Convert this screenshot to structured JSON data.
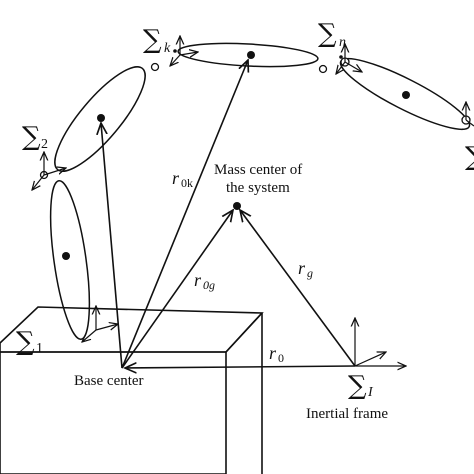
{
  "labels": {
    "sigma": "∑",
    "frame_1_sub": "1",
    "frame_2_sub": "2",
    "frame_k_sub": "k",
    "frame_n_sub": "n",
    "frame_I_sub": "I",
    "mass_center_line1": "Mass center of",
    "mass_center_line2": "the system",
    "base_center": "Base center",
    "inertial_frame": "Inertial frame",
    "r": "r",
    "r0k_sub": "0k",
    "r0g_sub": "0g",
    "rg_sub": "g",
    "r0_sub": "0"
  }
}
